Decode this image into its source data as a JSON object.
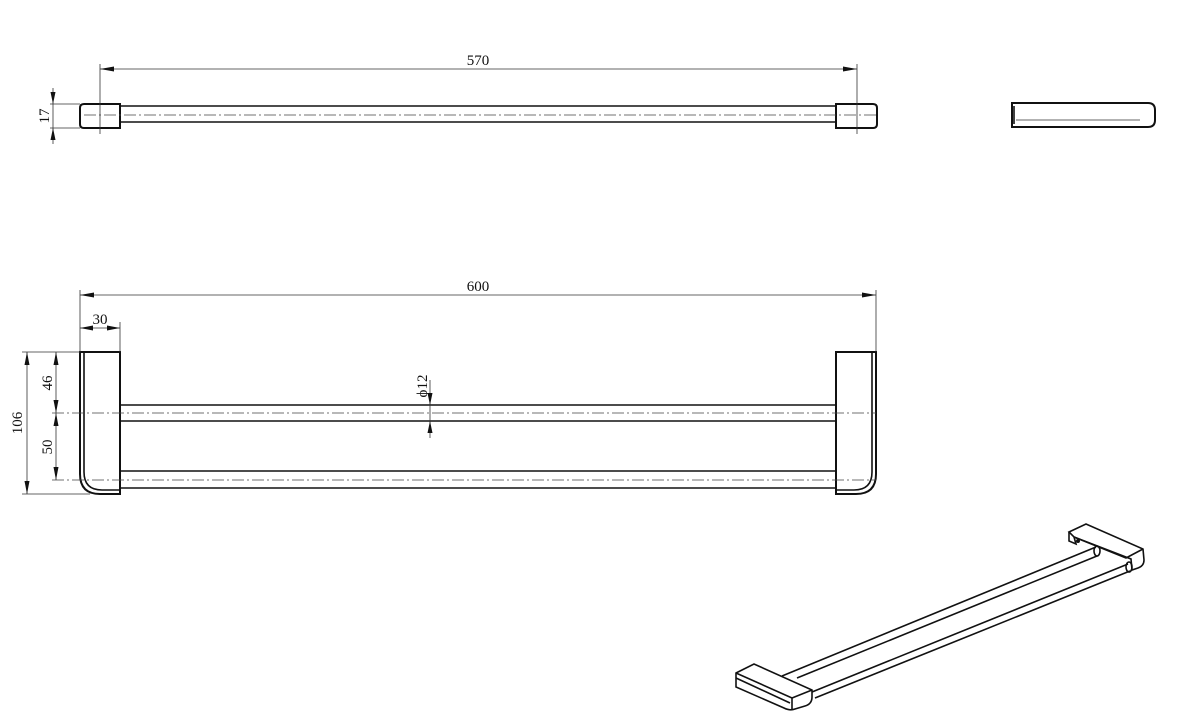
{
  "drawing": {
    "top_view": {
      "length_label": "570",
      "height_label": "17"
    },
    "front_view": {
      "overall_length_label": "600",
      "bracket_width_label": "30",
      "overall_height_label": "106",
      "upper_offset_label": "46",
      "rail_spacing_label": "50",
      "tube_diameter_label": "ϕ12"
    }
  }
}
